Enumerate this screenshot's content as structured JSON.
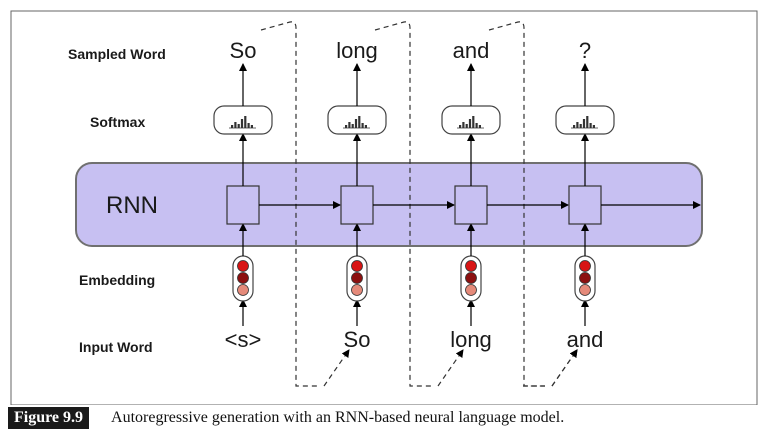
{
  "row_labels": {
    "sampled": "Sampled Word",
    "softmax": "Softmax",
    "embedding": "Embedding",
    "input": "Input Word"
  },
  "rnn_label": "RNN",
  "columns": [
    {
      "input": "<s>",
      "sampled": "So"
    },
    {
      "input": "So",
      "sampled": "long"
    },
    {
      "input": "long",
      "sampled": "and"
    },
    {
      "input": "and",
      "sampled": "?"
    }
  ],
  "caption": {
    "tag": "Figure 9.9",
    "text": "Autoregressive generation with an RNN-based neural language model."
  },
  "colors": {
    "rnn_fill": "#c7c0f2",
    "rnn_stroke": "#707070",
    "emb_top": "#d81515",
    "emb_mid": "#8c1010",
    "emb_bot": "#e58a7a"
  }
}
